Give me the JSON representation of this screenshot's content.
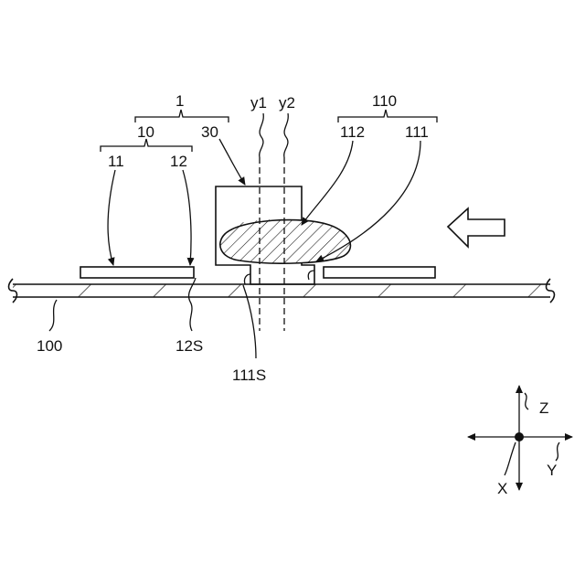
{
  "labels": {
    "assembly": "1",
    "first_member": "10",
    "part_11": "11",
    "part_12": "12",
    "cap_30": "30",
    "axis_y1": "y1",
    "axis_y2": "y2",
    "group_110": "110",
    "part_112": "112",
    "part_111": "111",
    "base_100": "100",
    "surface_12S": "12S",
    "surface_111S": "111S",
    "axis_z": "Z",
    "axis_x": "X",
    "axis_y": "Y"
  },
  "colors": {
    "line": "#111111",
    "background": "#ffffff"
  },
  "icons": {
    "direction_arrow": "left-arrow-icon"
  }
}
